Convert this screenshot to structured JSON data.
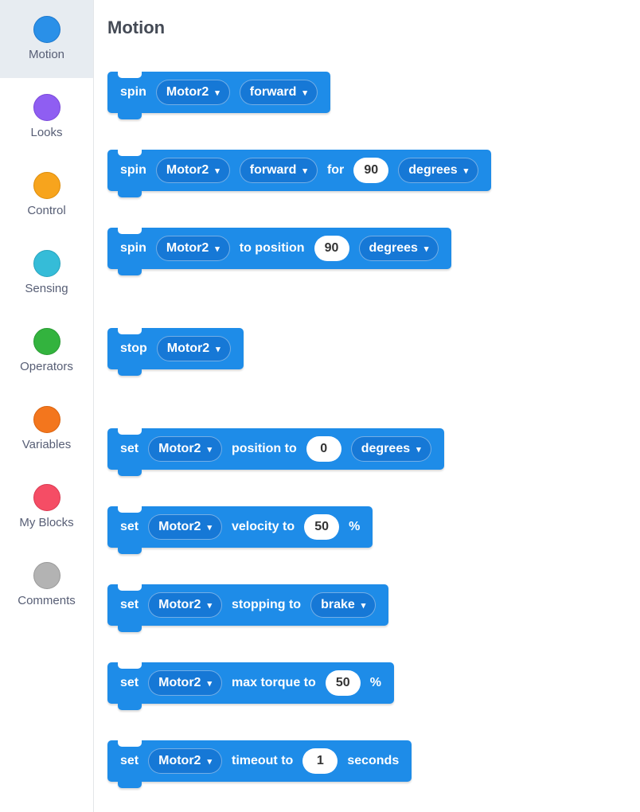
{
  "header": {
    "title": "Motion"
  },
  "palette": {
    "block_color": "#1e8ce8",
    "dropdown_color": "#1678d6",
    "selected_bg": "#e7ecf1",
    "number_text_color": "#333333",
    "sidebar_label_color": "#575e75"
  },
  "icons": {
    "dropdown_caret": "▾"
  },
  "sidebar": {
    "items": [
      {
        "id": "motion",
        "label": "Motion",
        "color": "#2a90e8",
        "border": "#1c78cd",
        "selected": true
      },
      {
        "id": "looks",
        "label": "Looks",
        "color": "#8f5ef2",
        "border": "#7a49d9",
        "selected": false
      },
      {
        "id": "control",
        "label": "Control",
        "color": "#f7a41d",
        "border": "#dd8c0a",
        "selected": false
      },
      {
        "id": "sensing",
        "label": "Sensing",
        "color": "#35bcd8",
        "border": "#28a3bd",
        "selected": false
      },
      {
        "id": "operators",
        "label": "Operators",
        "color": "#33b33e",
        "border": "#289a32",
        "selected": false
      },
      {
        "id": "variables",
        "label": "Variables",
        "color": "#f3761d",
        "border": "#d9620e",
        "selected": false
      },
      {
        "id": "my-blocks",
        "label": "My Blocks",
        "color": "#f54d65",
        "border": "#d93a52",
        "selected": false
      },
      {
        "id": "comments",
        "label": "Comments",
        "color": "#b3b3b3",
        "border": "#999999",
        "selected": false
      }
    ]
  },
  "blocks": [
    {
      "name": "spin-motor",
      "group_start": false,
      "segments": [
        {
          "type": "label",
          "text": "spin"
        },
        {
          "type": "dropdown",
          "name": "motor-dropdown",
          "value": "Motor2"
        },
        {
          "type": "dropdown",
          "name": "direction-dropdown",
          "value": "forward"
        }
      ]
    },
    {
      "name": "spin-motor-for",
      "group_start": false,
      "segments": [
        {
          "type": "label",
          "text": "spin"
        },
        {
          "type": "dropdown",
          "name": "motor-dropdown",
          "value": "Motor2"
        },
        {
          "type": "dropdown",
          "name": "direction-dropdown",
          "value": "forward"
        },
        {
          "type": "label",
          "text": "for"
        },
        {
          "type": "number",
          "name": "amount-input",
          "value": "90"
        },
        {
          "type": "dropdown",
          "name": "unit-dropdown",
          "value": "degrees"
        }
      ]
    },
    {
      "name": "spin-to-position",
      "group_start": false,
      "segments": [
        {
          "type": "label",
          "text": "spin"
        },
        {
          "type": "dropdown",
          "name": "motor-dropdown",
          "value": "Motor2"
        },
        {
          "type": "label",
          "text": "to position"
        },
        {
          "type": "number",
          "name": "position-input",
          "value": "90"
        },
        {
          "type": "dropdown",
          "name": "unit-dropdown",
          "value": "degrees"
        }
      ]
    },
    {
      "name": "stop-motor",
      "group_start": true,
      "segments": [
        {
          "type": "label",
          "text": "stop"
        },
        {
          "type": "dropdown",
          "name": "motor-dropdown",
          "value": "Motor2"
        }
      ]
    },
    {
      "name": "set-position",
      "group_start": true,
      "segments": [
        {
          "type": "label",
          "text": "set"
        },
        {
          "type": "dropdown",
          "name": "motor-dropdown",
          "value": "Motor2"
        },
        {
          "type": "label",
          "text": "position to"
        },
        {
          "type": "number",
          "name": "position-input",
          "value": "0"
        },
        {
          "type": "dropdown",
          "name": "unit-dropdown",
          "value": "degrees"
        }
      ]
    },
    {
      "name": "set-velocity",
      "group_start": false,
      "segments": [
        {
          "type": "label",
          "text": "set"
        },
        {
          "type": "dropdown",
          "name": "motor-dropdown",
          "value": "Motor2"
        },
        {
          "type": "label",
          "text": "velocity to"
        },
        {
          "type": "number",
          "name": "velocity-input",
          "value": "50"
        },
        {
          "type": "label",
          "text": "%"
        }
      ]
    },
    {
      "name": "set-stopping",
      "group_start": false,
      "segments": [
        {
          "type": "label",
          "text": "set"
        },
        {
          "type": "dropdown",
          "name": "motor-dropdown",
          "value": "Motor2"
        },
        {
          "type": "label",
          "text": "stopping to"
        },
        {
          "type": "dropdown",
          "name": "stopping-mode-dropdown",
          "value": "brake"
        }
      ]
    },
    {
      "name": "set-max-torque",
      "group_start": false,
      "segments": [
        {
          "type": "label",
          "text": "set"
        },
        {
          "type": "dropdown",
          "name": "motor-dropdown",
          "value": "Motor2"
        },
        {
          "type": "label",
          "text": "max torque to"
        },
        {
          "type": "number",
          "name": "torque-input",
          "value": "50"
        },
        {
          "type": "label",
          "text": "%"
        }
      ]
    },
    {
      "name": "set-timeout",
      "group_start": false,
      "segments": [
        {
          "type": "label",
          "text": "set"
        },
        {
          "type": "dropdown",
          "name": "motor-dropdown",
          "value": "Motor2"
        },
        {
          "type": "label",
          "text": "timeout to"
        },
        {
          "type": "number",
          "name": "timeout-input",
          "value": "1"
        },
        {
          "type": "label",
          "text": "seconds"
        }
      ]
    }
  ]
}
